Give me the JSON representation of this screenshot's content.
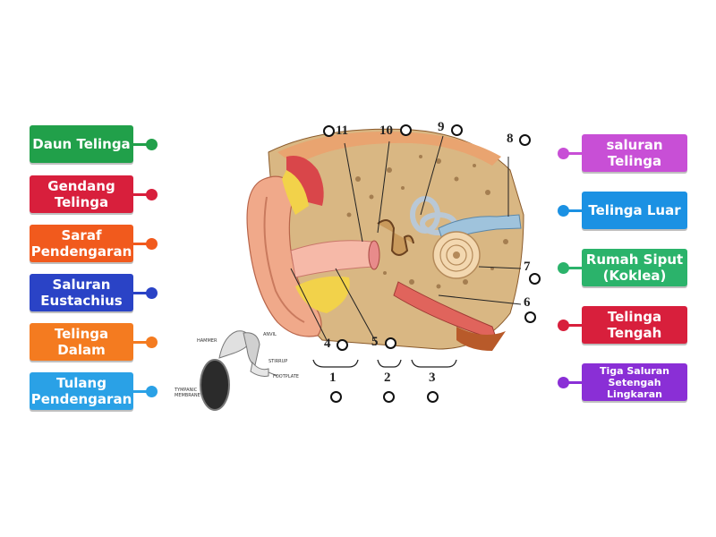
{
  "left_labels": [
    {
      "text": "Daun Telinga",
      "color": "#21a04a"
    },
    {
      "text": "Gendang\nTelinga",
      "color": "#d81f3c"
    },
    {
      "text": "Saraf\nPendengaran",
      "color": "#f15a1d"
    },
    {
      "text": "Saluran\nEustachius",
      "color": "#2a43c6"
    },
    {
      "text": "Telinga\nDalam",
      "color": "#f47b20"
    },
    {
      "text": "Tulang\nPendengaran",
      "color": "#2aa1e6"
    }
  ],
  "right_labels": [
    {
      "text": "saluran\nTelinga",
      "color": "#c84fd6"
    },
    {
      "text": "Telinga Luar",
      "color": "#1b91e3"
    },
    {
      "text": "Rumah Siput\n(Koklea)",
      "color": "#2bb36b"
    },
    {
      "text": "Telinga\nTengah",
      "color": "#d81f3c"
    },
    {
      "text": "Tiga Saluran\nSetengah Lingkaran",
      "color": "#8a2fd6"
    }
  ],
  "diagram": {
    "numbers": [
      "11",
      "10",
      "9",
      "8",
      "7",
      "6",
      "4",
      "5",
      "1",
      "2",
      "3"
    ],
    "inset_labels": {
      "hammer": "HAMMER",
      "anvil": "ANVIL",
      "stirrup": "STIRRUP",
      "footplate": "FOOTPLATE",
      "tympanic": "TYMPANIC",
      "membrane": "MEMBRANE"
    }
  }
}
